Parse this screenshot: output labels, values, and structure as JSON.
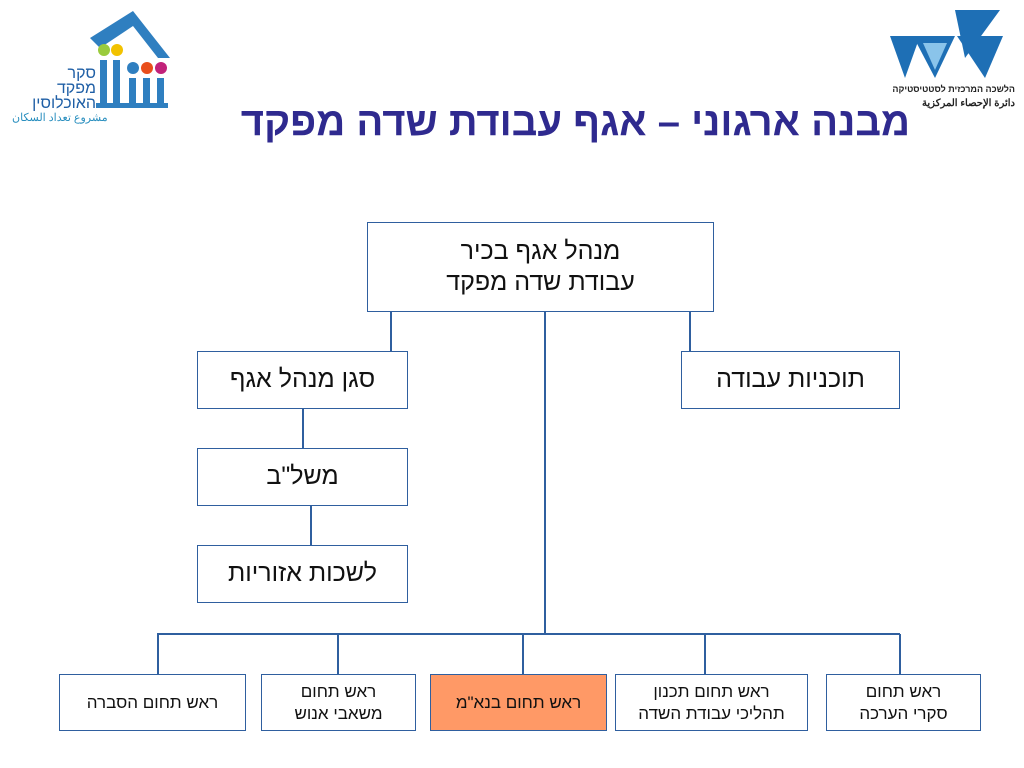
{
  "title": "מבנה ארגוני – אגף עבודת שדה מפקד",
  "logo_left": {
    "text_he": "סקר\nמפקד\nהאוכלוסין",
    "text_ar": "مشروع تعداد السكان"
  },
  "logo_right": {
    "text_he": "הלשכה המרכזית לסטטיסטיקה",
    "text_ar": "دائرة الإحصاء المركزية"
  },
  "org": {
    "top": "מנהל אגף בכיר\nעבודת שדה מפקד",
    "deputy": "סגן מנהל אגף",
    "programs": "תוכניות עבודה",
    "mashlab": "משל\"ב",
    "regional": "לשכות אזוריות",
    "heads": [
      "ראש תחום\nסקרי הערכה",
      "ראש תחום תכנון\nתהליכי עבודת השדה",
      "ראש תחום בנא\"מ",
      "ראש תחום\nמשאבי אנוש",
      "ראש תחום הסברה"
    ]
  },
  "colors": {
    "title": "#2f2a8f",
    "border": "#2f5f9f",
    "highlight": "#ff9966"
  }
}
